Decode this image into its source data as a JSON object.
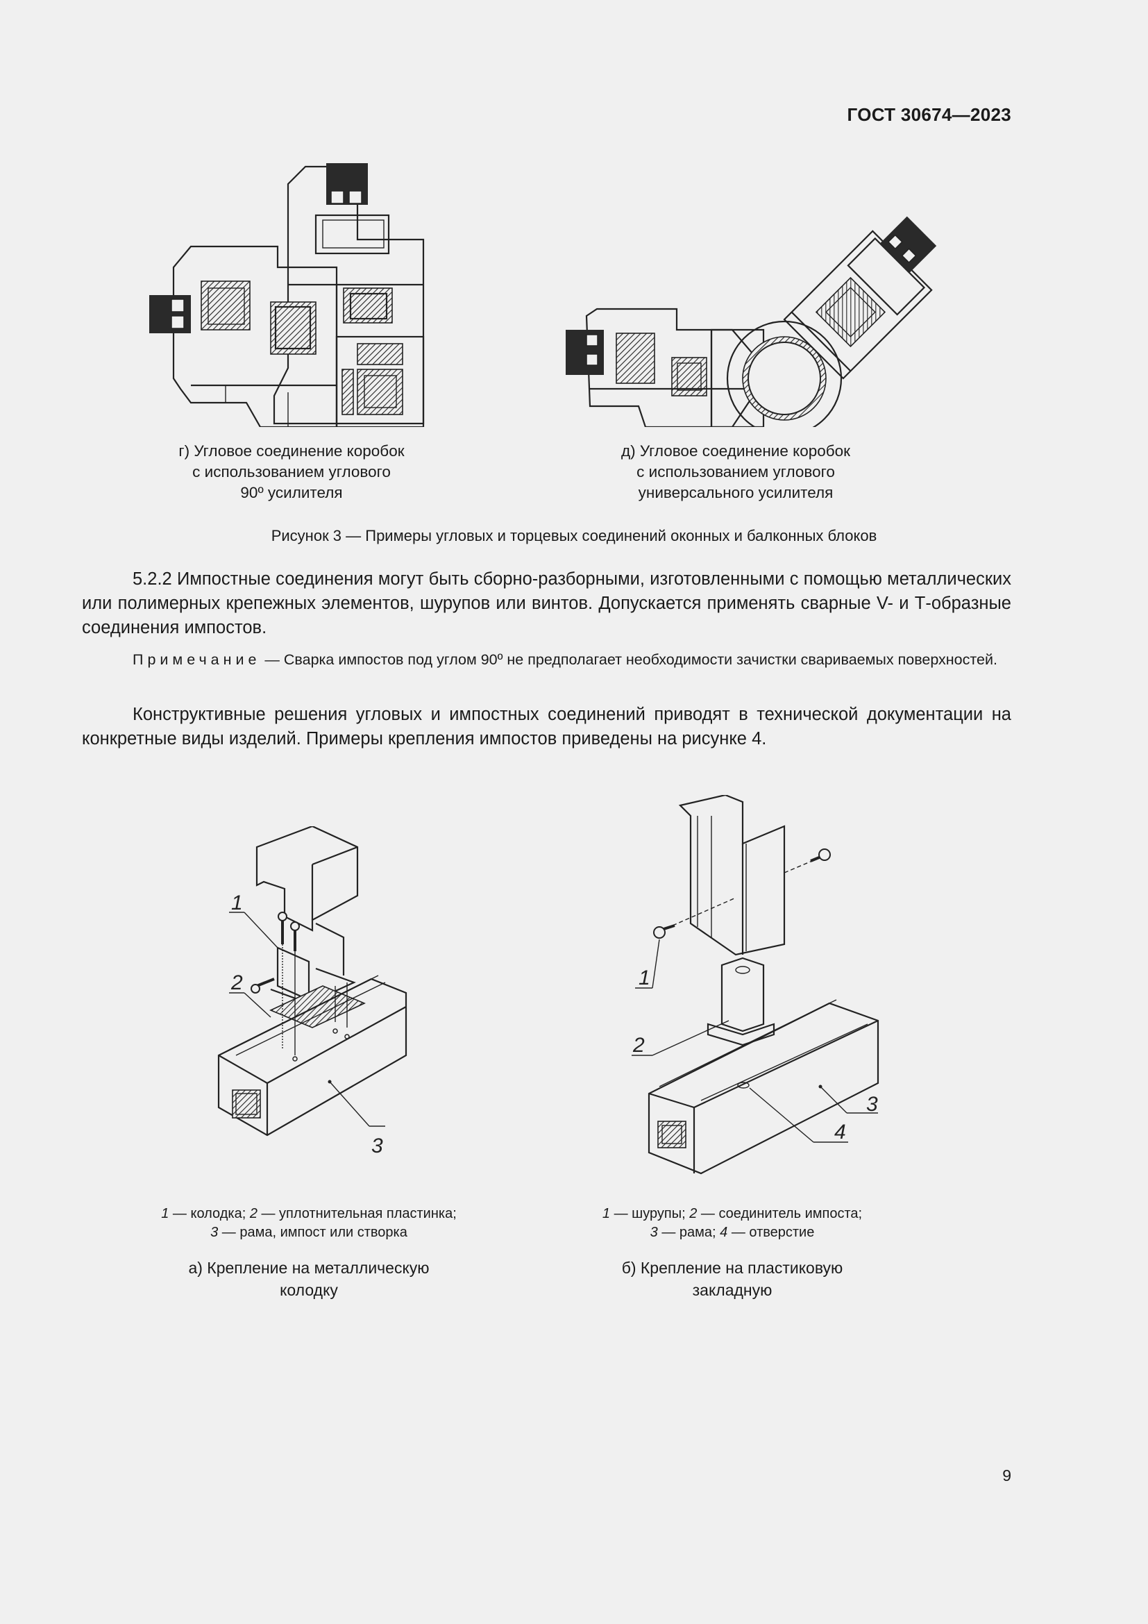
{
  "header": {
    "standard_code": "ГОСТ 30674—2023"
  },
  "figure3": {
    "panels": [
      {
        "id": "g",
        "caption_lines": [
          "г) Угловое соединение коробок",
          "с использованием углового",
          "90º усилителя"
        ]
      },
      {
        "id": "d",
        "caption_lines": [
          "д) Угловое соединение коробок",
          "с использованием углового",
          "универсального усилителя"
        ]
      }
    ],
    "title": "Рисунок 3 — Примеры угловых и торцевых соединений оконных и балконных блоков"
  },
  "body": {
    "para_522": "5.2.2 Импостные соединения могут быть сборно-разборными, изготовленными с помощью метал­лических или полимерных крепежных элементов, шурупов или винтов. Допускается применять сварные V- и Т-образные соединения импостов.",
    "note_label": "Примечание",
    "note_text": " — Сварка импостов под углом 90º не предполагает необходимости зачистки свариваемых поверхностей.",
    "para_constructive": "Конструктивные решения угловых и импостных соединений приводят в технической документа­ции на конкретные виды изделий. Примеры крепления импостов приведены на рисунке 4."
  },
  "figure4": {
    "panels": [
      {
        "id": "a",
        "callouts": [
          "1",
          "2",
          "3"
        ],
        "legend": [
          {
            "num": "1",
            "text": " — колодка; "
          },
          {
            "num": "2",
            "text": " — уплотнительная пластинка;"
          },
          {
            "num": "3",
            "text": " — рама, импост или створка"
          }
        ],
        "caption_lines": [
          "а) Крепление на металлическую",
          "колодку"
        ]
      },
      {
        "id": "b",
        "callouts": [
          "1",
          "2",
          "3",
          "4"
        ],
        "legend": [
          {
            "num": "1",
            "text": " — шурупы; "
          },
          {
            "num": "2",
            "text": " — соединитель импоста;"
          },
          {
            "num": "3",
            "text": " — рама; "
          },
          {
            "num": "4",
            "text": " — отверстие"
          }
        ],
        "caption_lines": [
          "б) Крепление на пластиковую",
          "закладную"
        ]
      }
    ]
  },
  "footer": {
    "page_number": "9"
  }
}
